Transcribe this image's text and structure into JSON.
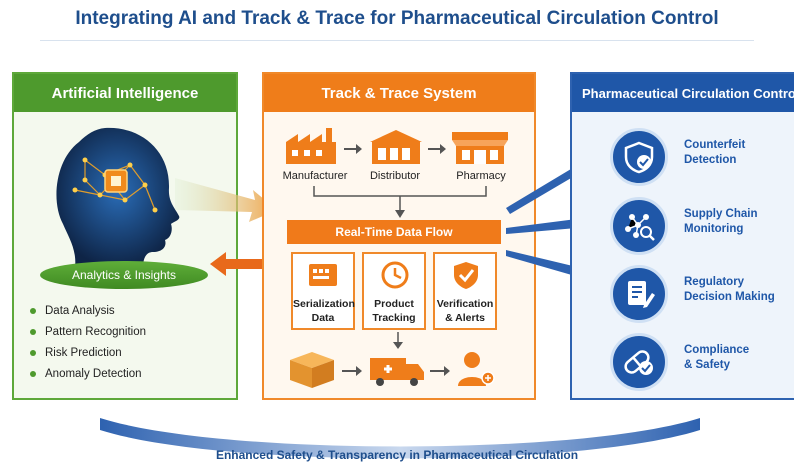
{
  "title": "Integrating AI and Track & Trace for Pharmaceutical Circulation Control",
  "ai_panel": {
    "heading": "Artificial Intelligence",
    "analytics": "Analytics & Insights",
    "bullets": [
      "Data Analysis",
      "Pattern Recognition",
      "Risk Prediction",
      "Anomaly Detection"
    ]
  },
  "tt_panel": {
    "heading": "Track & Trace System",
    "chain": [
      "Manufacturer",
      "Distributor",
      "Pharmacy"
    ],
    "realtime": "Real-Time Data Flow",
    "boxes": [
      {
        "line1": "Serialization",
        "line2": "Data"
      },
      {
        "line1": "Product",
        "line2": "Tracking"
      },
      {
        "line1": "Verification",
        "line2": "& Alerts"
      }
    ]
  },
  "pc_panel": {
    "heading": "Pharmaceutical Circulation Control",
    "items": [
      {
        "line1": "Counterfeit",
        "line2": "Detection"
      },
      {
        "line1": "Supply Chain",
        "line2": "Monitoring"
      },
      {
        "line1": "Regulatory",
        "line2": "Decision Making"
      },
      {
        "line1": "Compliance",
        "line2": "& Safety"
      }
    ]
  },
  "footer": "Enhanced Safety & Transparency in Pharmaceutical Circulation",
  "colors": {
    "green": "#4e9a2d",
    "orange": "#ef7d1a",
    "blue": "#1f57a8",
    "title": "#1e4e8c"
  }
}
